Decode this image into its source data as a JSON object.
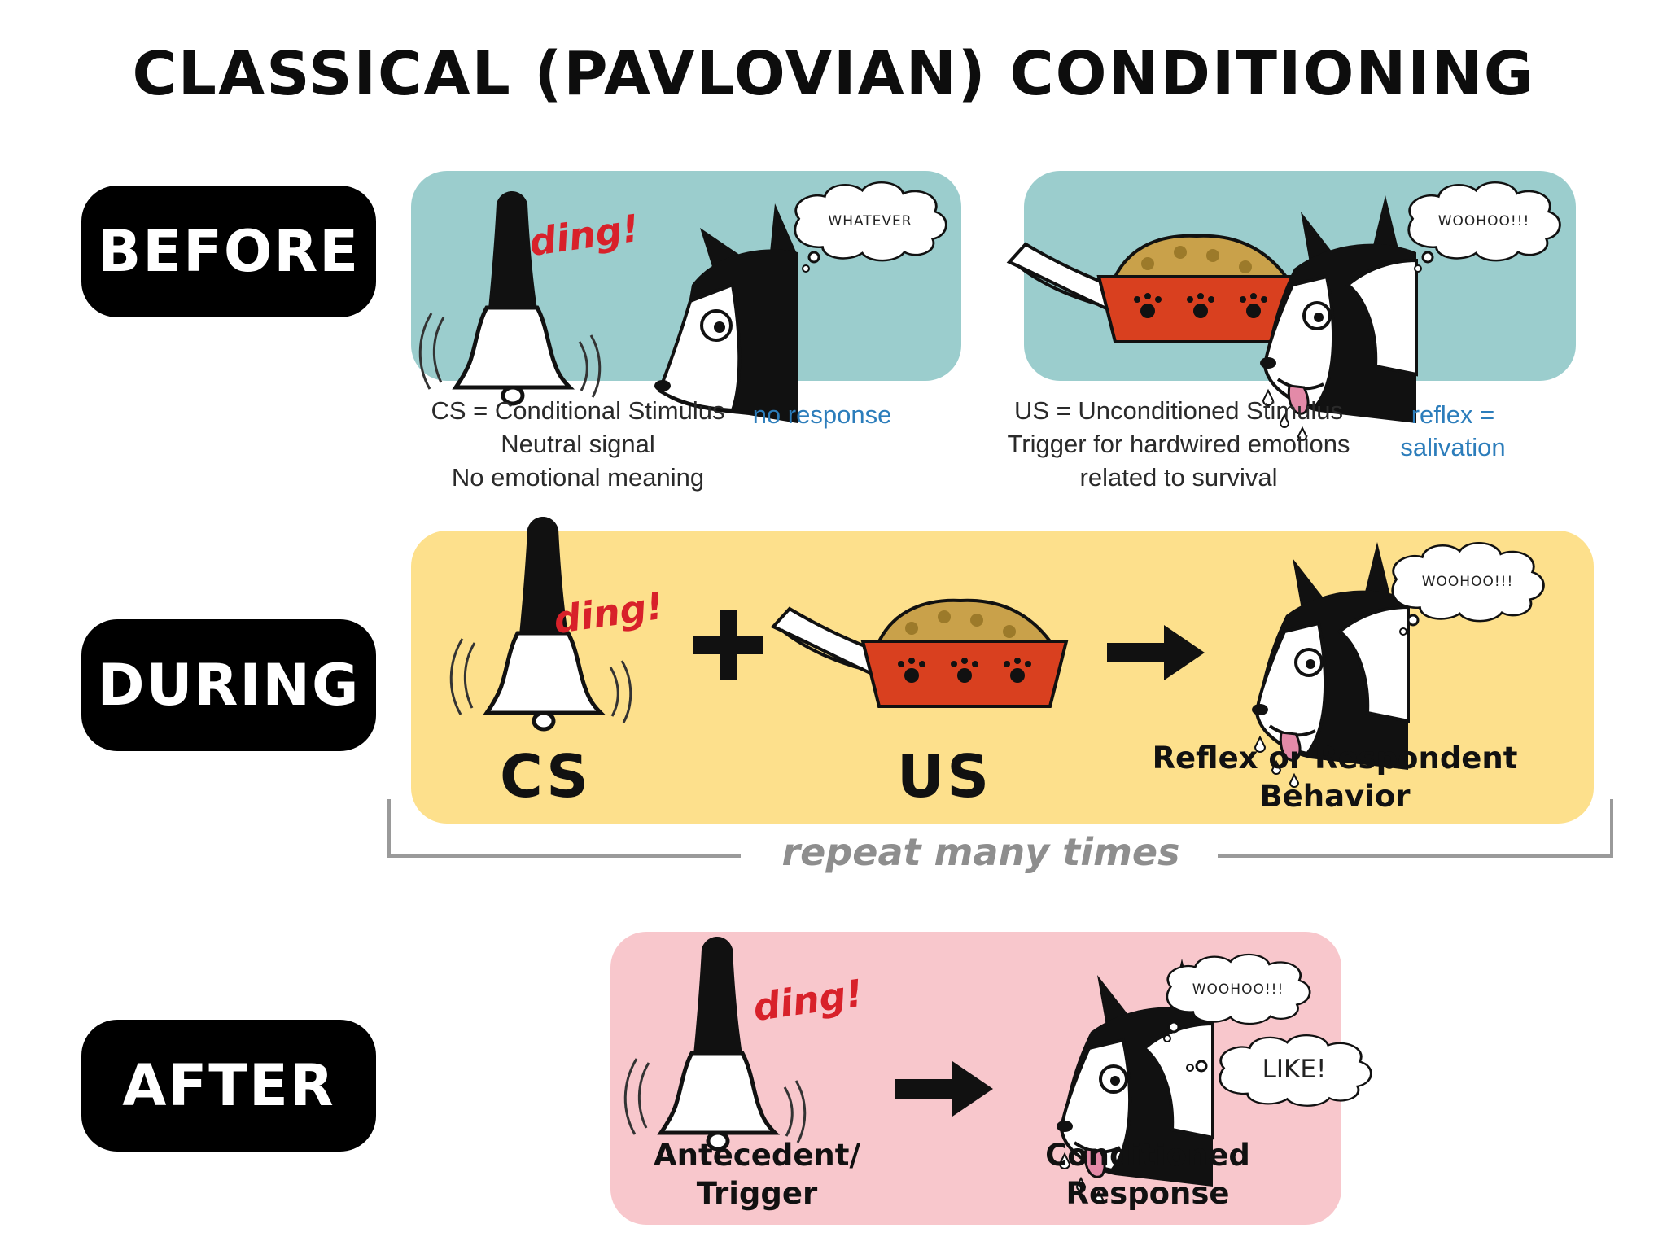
{
  "title": "CLASSICAL (PAVLOVIAN) CONDITIONING",
  "stages": {
    "before": "BEFORE",
    "during": "DURING",
    "after": "AFTER"
  },
  "before": {
    "cs_panel": {
      "sound": "ding!",
      "thought": "WHATEVER",
      "caption": [
        "CS = Conditional Stimulus",
        "Neutral signal",
        "No emotional meaning"
      ],
      "response": "no response"
    },
    "us_panel": {
      "thought": "WOOHOO!!!",
      "caption": [
        "US = Unconditioned Stimulus",
        "Trigger for hardwired emotions",
        "related to survival"
      ],
      "response": [
        "reflex =",
        "salivation"
      ]
    }
  },
  "during": {
    "sound": "ding!",
    "cs_label": "CS",
    "us_label": "US",
    "thought": "WOOHOO!!!",
    "result_label": [
      "Reflex or Respondent",
      "Behavior"
    ],
    "repeat": "repeat many times"
  },
  "after": {
    "sound": "ding!",
    "thought_1": "WOOHOO!!!",
    "thought_2": "LIKE!",
    "trigger_label": [
      "Antecedent/",
      "Trigger"
    ],
    "response_label": [
      "Conditioned",
      "Response"
    ]
  },
  "colors": {
    "before_panel": "#9bcdcd",
    "during_panel": "#fde08c",
    "after_panel": "#f8c7cc",
    "ding": "#d8212a",
    "response_text": "#2c7dbb",
    "bowl": "#d9401f"
  }
}
